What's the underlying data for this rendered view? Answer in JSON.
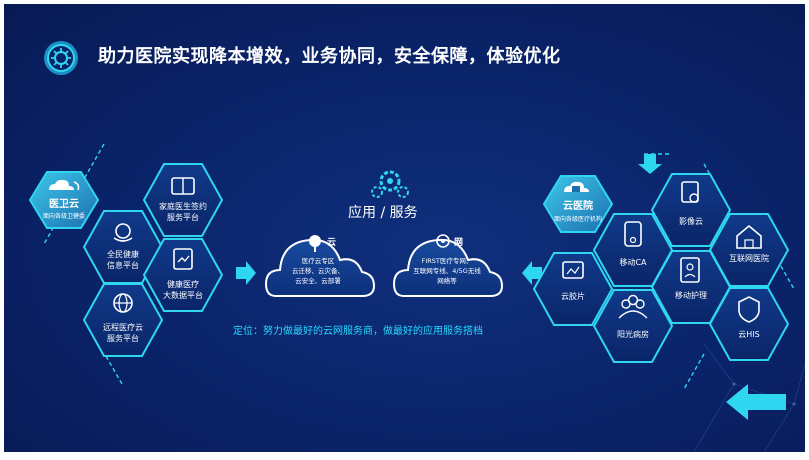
{
  "title": "助力医院实现降本增效，业务协同，安全保障，体验优化",
  "left_group": {
    "name": "医卫云",
    "sub": "面向各级卫健委",
    "items": [
      {
        "label1": "家庭医生签约",
        "label2": "服务平台"
      },
      {
        "label1": "全民健康",
        "label2": "信息平台"
      },
      {
        "label1": "健康医疗",
        "label2": "大数据平台"
      },
      {
        "label1": "远程医疗云",
        "label2": "服务平台"
      }
    ]
  },
  "center": {
    "title": "应用 / 服务",
    "cloud_left": {
      "head": "云",
      "lines": [
        "医疗云专区",
        "云迁移、云灾备、",
        "云安全、云部署"
      ]
    },
    "cloud_right": {
      "head": "网",
      "lines": [
        "FIRST医疗专网、",
        "互联网专线、4/5G无线",
        "网络等"
      ]
    },
    "tagline": "定位：努力做最好的云网服务商，做最好的应用服务搭档"
  },
  "right_group": {
    "name": "云医院",
    "sub": "面向各级医疗机构",
    "items": [
      {
        "label": "影像云"
      },
      {
        "label": "移动CA"
      },
      {
        "label": "互联网医院"
      },
      {
        "label": "云胶片"
      },
      {
        "label": "移动护理"
      },
      {
        "label": "阳光病房"
      },
      {
        "label": "云HIS"
      }
    ]
  },
  "colors": {
    "background": "#0a2368",
    "accent": "#2fd6f0",
    "hex_fill": "#0b2b72"
  }
}
